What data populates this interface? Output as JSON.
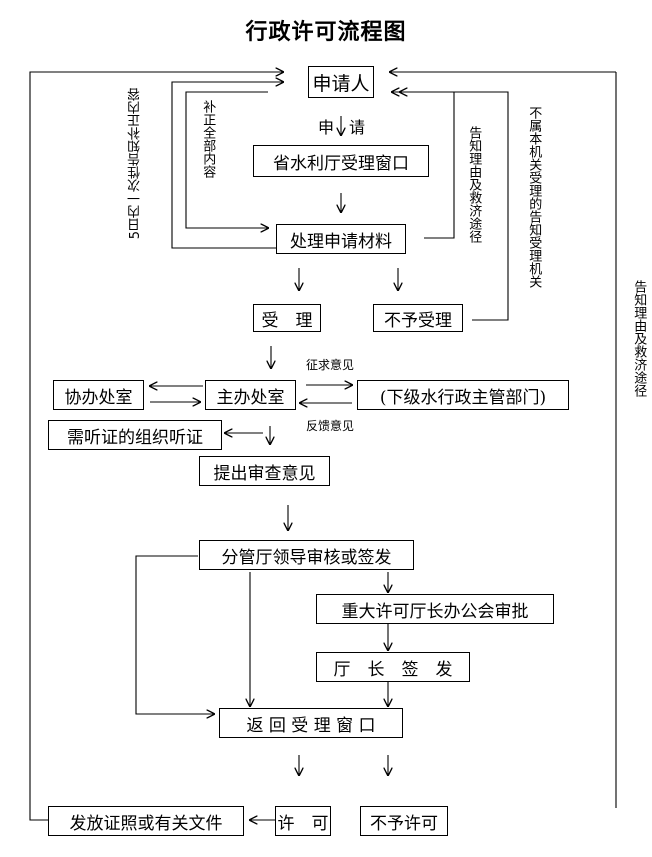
{
  "title": "行政许可流程图",
  "nodes": {
    "applicant": "申请人",
    "window": "省水利厅受理窗口",
    "process": "处理申请材料",
    "accept": "受　理",
    "reject": "不予受理",
    "assist": "协办处室",
    "main": "主办处室",
    "lower": "(下级水行政主管部门)",
    "hearing": "需听证的组织听证",
    "opinion": "提出审查意见",
    "leader": "分管厅领导审核或签发",
    "meeting": "重大许可厅长办公会审批",
    "director": "厅　长　签　发",
    "return": "返 回 受 理 窗 口",
    "issue": "发放证照或有关文件",
    "permit": "许　可",
    "deny": "不予许可"
  },
  "labels": {
    "apply": "申",
    "apply2": "请",
    "supplement_5day": "5日内一次性告知补正内容",
    "supplement_all": "补正全部内容",
    "reason_remedy": "告知理由及救济途径",
    "not_jurisdiction": "不属本机关受理的告知受理机关",
    "reason_remedy_outer": "告知理由及救济途径",
    "solicit": "征求意见",
    "feedback": "反馈意见"
  }
}
